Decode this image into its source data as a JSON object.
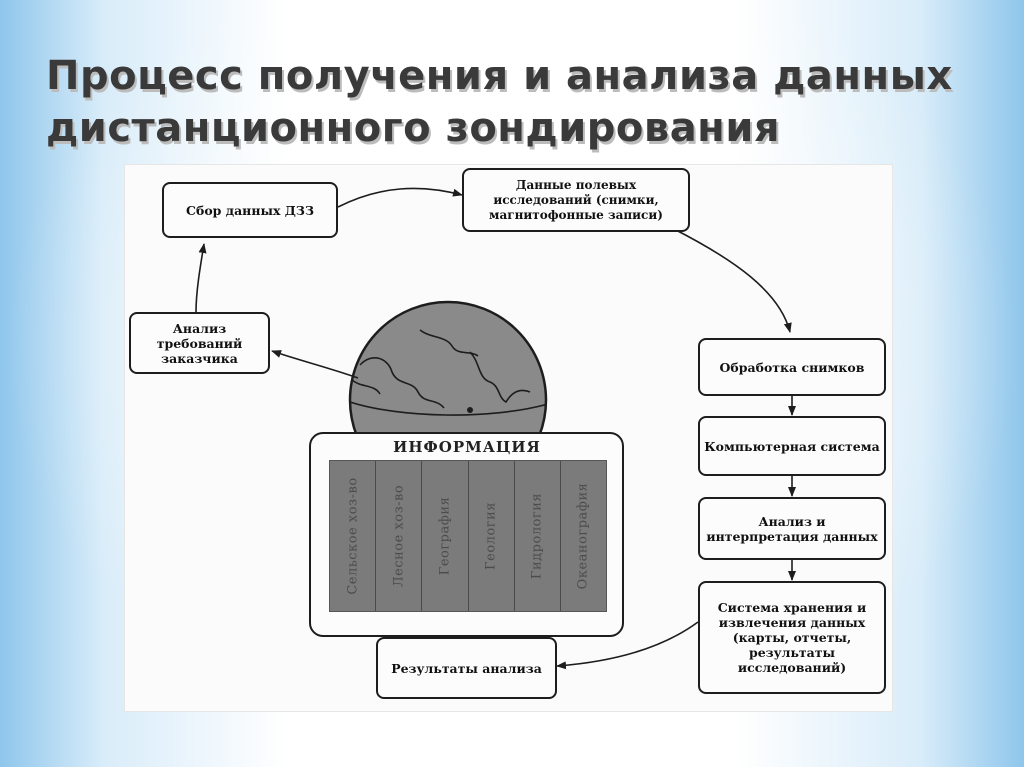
{
  "slide": {
    "title_line1": "Процесс получения и анализа данных",
    "title_line2": "дистанционного зондирования"
  },
  "diagram": {
    "boxes": {
      "collect": "Сбор данных ДЗЗ",
      "field_data": "Данные полевых исследований (снимки, магнитофонные записи)",
      "processing": "Обработка снимков",
      "computer": "Компьютерная система",
      "analysis": "Анализ и интерпретация данных",
      "storage": "Система хранения и извлечения данных (карты, отчеты, результаты исследований)",
      "results": "Результаты анализа",
      "requirements": "Анализ требований заказчика"
    },
    "info_label": "ИНФОРМАЦИЯ",
    "info_strips": [
      "Сельское хоз-во",
      "Лесное хоз-во",
      "География",
      "Геология",
      "Гидрология",
      "Океанография"
    ]
  }
}
